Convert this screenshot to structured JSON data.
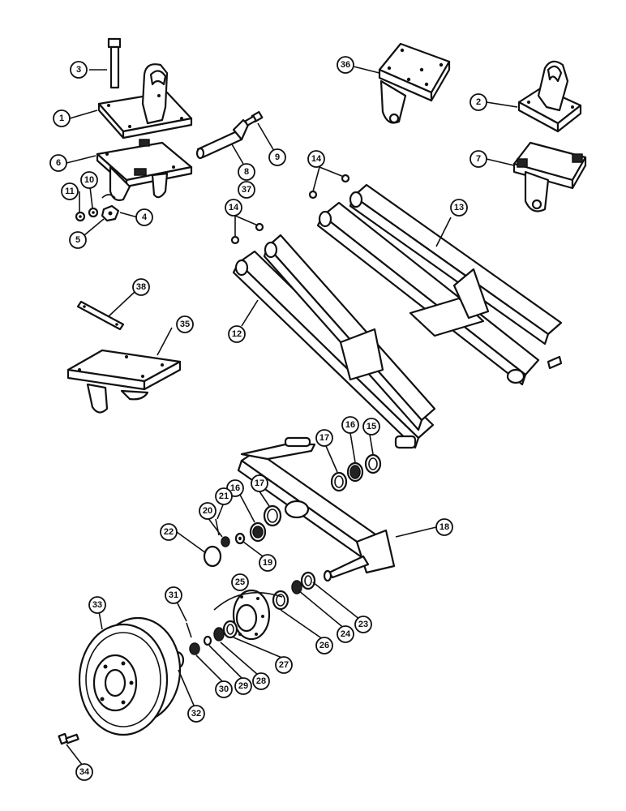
{
  "diagram": {
    "callouts": [
      {
        "id": "c1",
        "label": "1"
      },
      {
        "id": "c2",
        "label": "2"
      },
      {
        "id": "c3",
        "label": "3"
      },
      {
        "id": "c4",
        "label": "4"
      },
      {
        "id": "c5",
        "label": "5"
      },
      {
        "id": "c6",
        "label": "6"
      },
      {
        "id": "c7",
        "label": "7"
      },
      {
        "id": "c8",
        "label": "8"
      },
      {
        "id": "c37",
        "label": "37"
      },
      {
        "id": "c9",
        "label": "9"
      },
      {
        "id": "c10",
        "label": "10"
      },
      {
        "id": "c11",
        "label": "11"
      },
      {
        "id": "c12",
        "label": "12"
      },
      {
        "id": "c13",
        "label": "13"
      },
      {
        "id": "c14a",
        "label": "14"
      },
      {
        "id": "c14b",
        "label": "14"
      },
      {
        "id": "c15",
        "label": "15"
      },
      {
        "id": "c16a",
        "label": "16"
      },
      {
        "id": "c17a",
        "label": "17"
      },
      {
        "id": "c16b",
        "label": "16"
      },
      {
        "id": "c17b",
        "label": "17"
      },
      {
        "id": "c18",
        "label": "18"
      },
      {
        "id": "c19",
        "label": "19"
      },
      {
        "id": "c20",
        "label": "20"
      },
      {
        "id": "c21",
        "label": "21"
      },
      {
        "id": "c22",
        "label": "22"
      },
      {
        "id": "c23",
        "label": "23"
      },
      {
        "id": "c24",
        "label": "24"
      },
      {
        "id": "c25",
        "label": "25"
      },
      {
        "id": "c26",
        "label": "26"
      },
      {
        "id": "c27",
        "label": "27"
      },
      {
        "id": "c28",
        "label": "28"
      },
      {
        "id": "c29",
        "label": "29"
      },
      {
        "id": "c30",
        "label": "30"
      },
      {
        "id": "c31",
        "label": "31"
      },
      {
        "id": "c32",
        "label": "32"
      },
      {
        "id": "c33",
        "label": "33"
      },
      {
        "id": "c34",
        "label": "34"
      },
      {
        "id": "c35",
        "label": "35"
      },
      {
        "id": "c36",
        "label": "36"
      },
      {
        "id": "c38",
        "label": "38"
      }
    ]
  }
}
